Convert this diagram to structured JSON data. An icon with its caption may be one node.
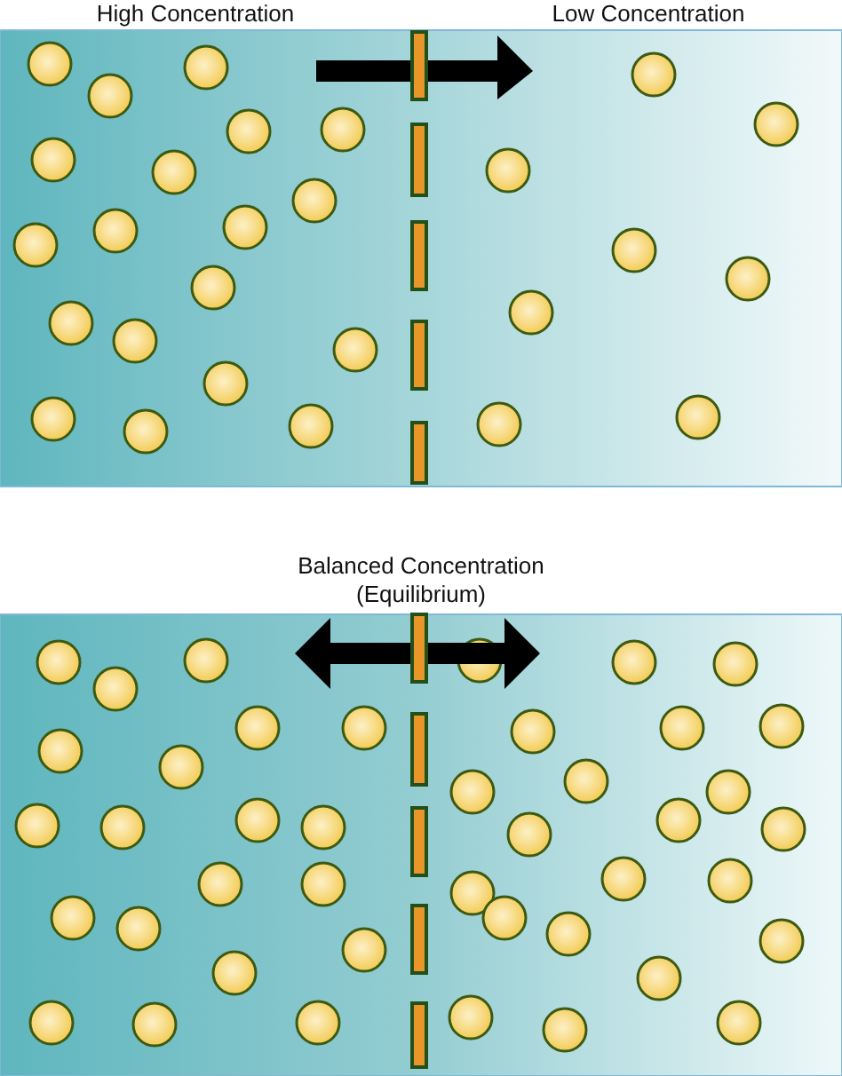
{
  "diagram": {
    "labels": [
      "High Concentration",
      "Low Concentration",
      "Balanced Concentration (Equilibrium)"
    ]
  }
}
